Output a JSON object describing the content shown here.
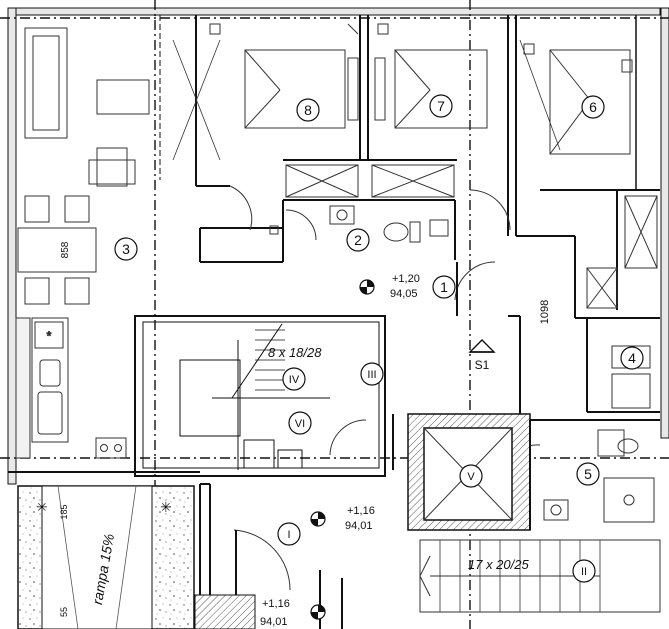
{
  "rooms": {
    "r1": "1",
    "r2": "2",
    "r3": "3",
    "r4": "4",
    "r5": "5",
    "r6": "6",
    "r7": "7",
    "r8": "8"
  },
  "roman": {
    "I": "I",
    "II": "II",
    "III": "III",
    "IV": "IV",
    "V": "V",
    "VI": "VI"
  },
  "dimensions": {
    "d858": "858",
    "d1098": "1098",
    "d185": "185",
    "d55": "55"
  },
  "stairs": {
    "upper": "8 x 18/28",
    "lower": "17 x 20/25"
  },
  "ramp": "rampa 15%",
  "levels": {
    "a_rel": "+1,20",
    "a_abs": "94,05",
    "b_rel": "+1,16",
    "b_abs": "94,01",
    "c_rel": "+1,16",
    "c_abs": "94,01"
  },
  "section_mark": "S1"
}
